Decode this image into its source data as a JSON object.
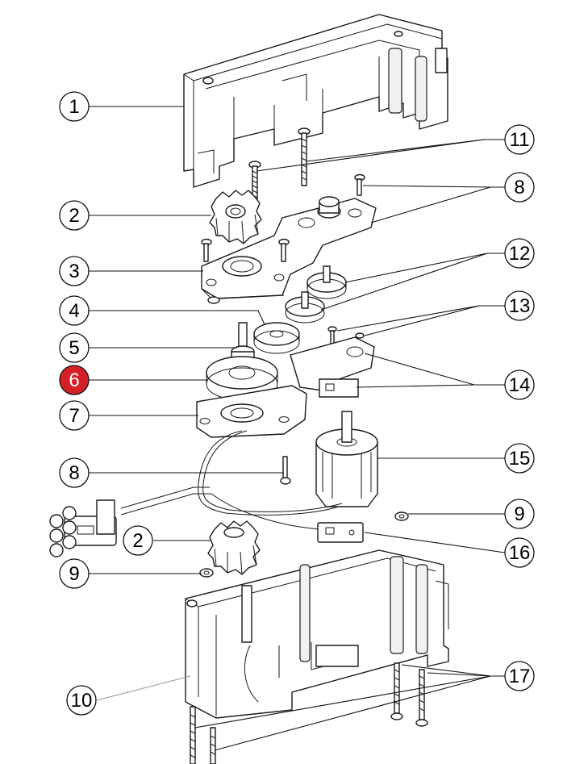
{
  "diagram": {
    "highlight_color": "#d62027",
    "callouts": [
      {
        "id": "c1",
        "label": "1",
        "highlighted": false
      },
      {
        "id": "c2a",
        "label": "2",
        "highlighted": false
      },
      {
        "id": "c3",
        "label": "3",
        "highlighted": false
      },
      {
        "id": "c4",
        "label": "4",
        "highlighted": false
      },
      {
        "id": "c5",
        "label": "5",
        "highlighted": false
      },
      {
        "id": "c6",
        "label": "6",
        "highlighted": true
      },
      {
        "id": "c7",
        "label": "7",
        "highlighted": false
      },
      {
        "id": "c8a",
        "label": "8",
        "highlighted": false
      },
      {
        "id": "c2b",
        "label": "2",
        "highlighted": false
      },
      {
        "id": "c9a",
        "label": "9",
        "highlighted": false
      },
      {
        "id": "c10",
        "label": "10",
        "highlighted": false
      },
      {
        "id": "c11",
        "label": "11",
        "highlighted": false
      },
      {
        "id": "c8b",
        "label": "8",
        "highlighted": false
      },
      {
        "id": "c12",
        "label": "12",
        "highlighted": false
      },
      {
        "id": "c13",
        "label": "13",
        "highlighted": false
      },
      {
        "id": "c14",
        "label": "14",
        "highlighted": false
      },
      {
        "id": "c15",
        "label": "15",
        "highlighted": false
      },
      {
        "id": "c9b",
        "label": "9",
        "highlighted": false
      },
      {
        "id": "c16",
        "label": "16",
        "highlighted": false
      },
      {
        "id": "c17",
        "label": "17",
        "highlighted": false
      }
    ]
  }
}
